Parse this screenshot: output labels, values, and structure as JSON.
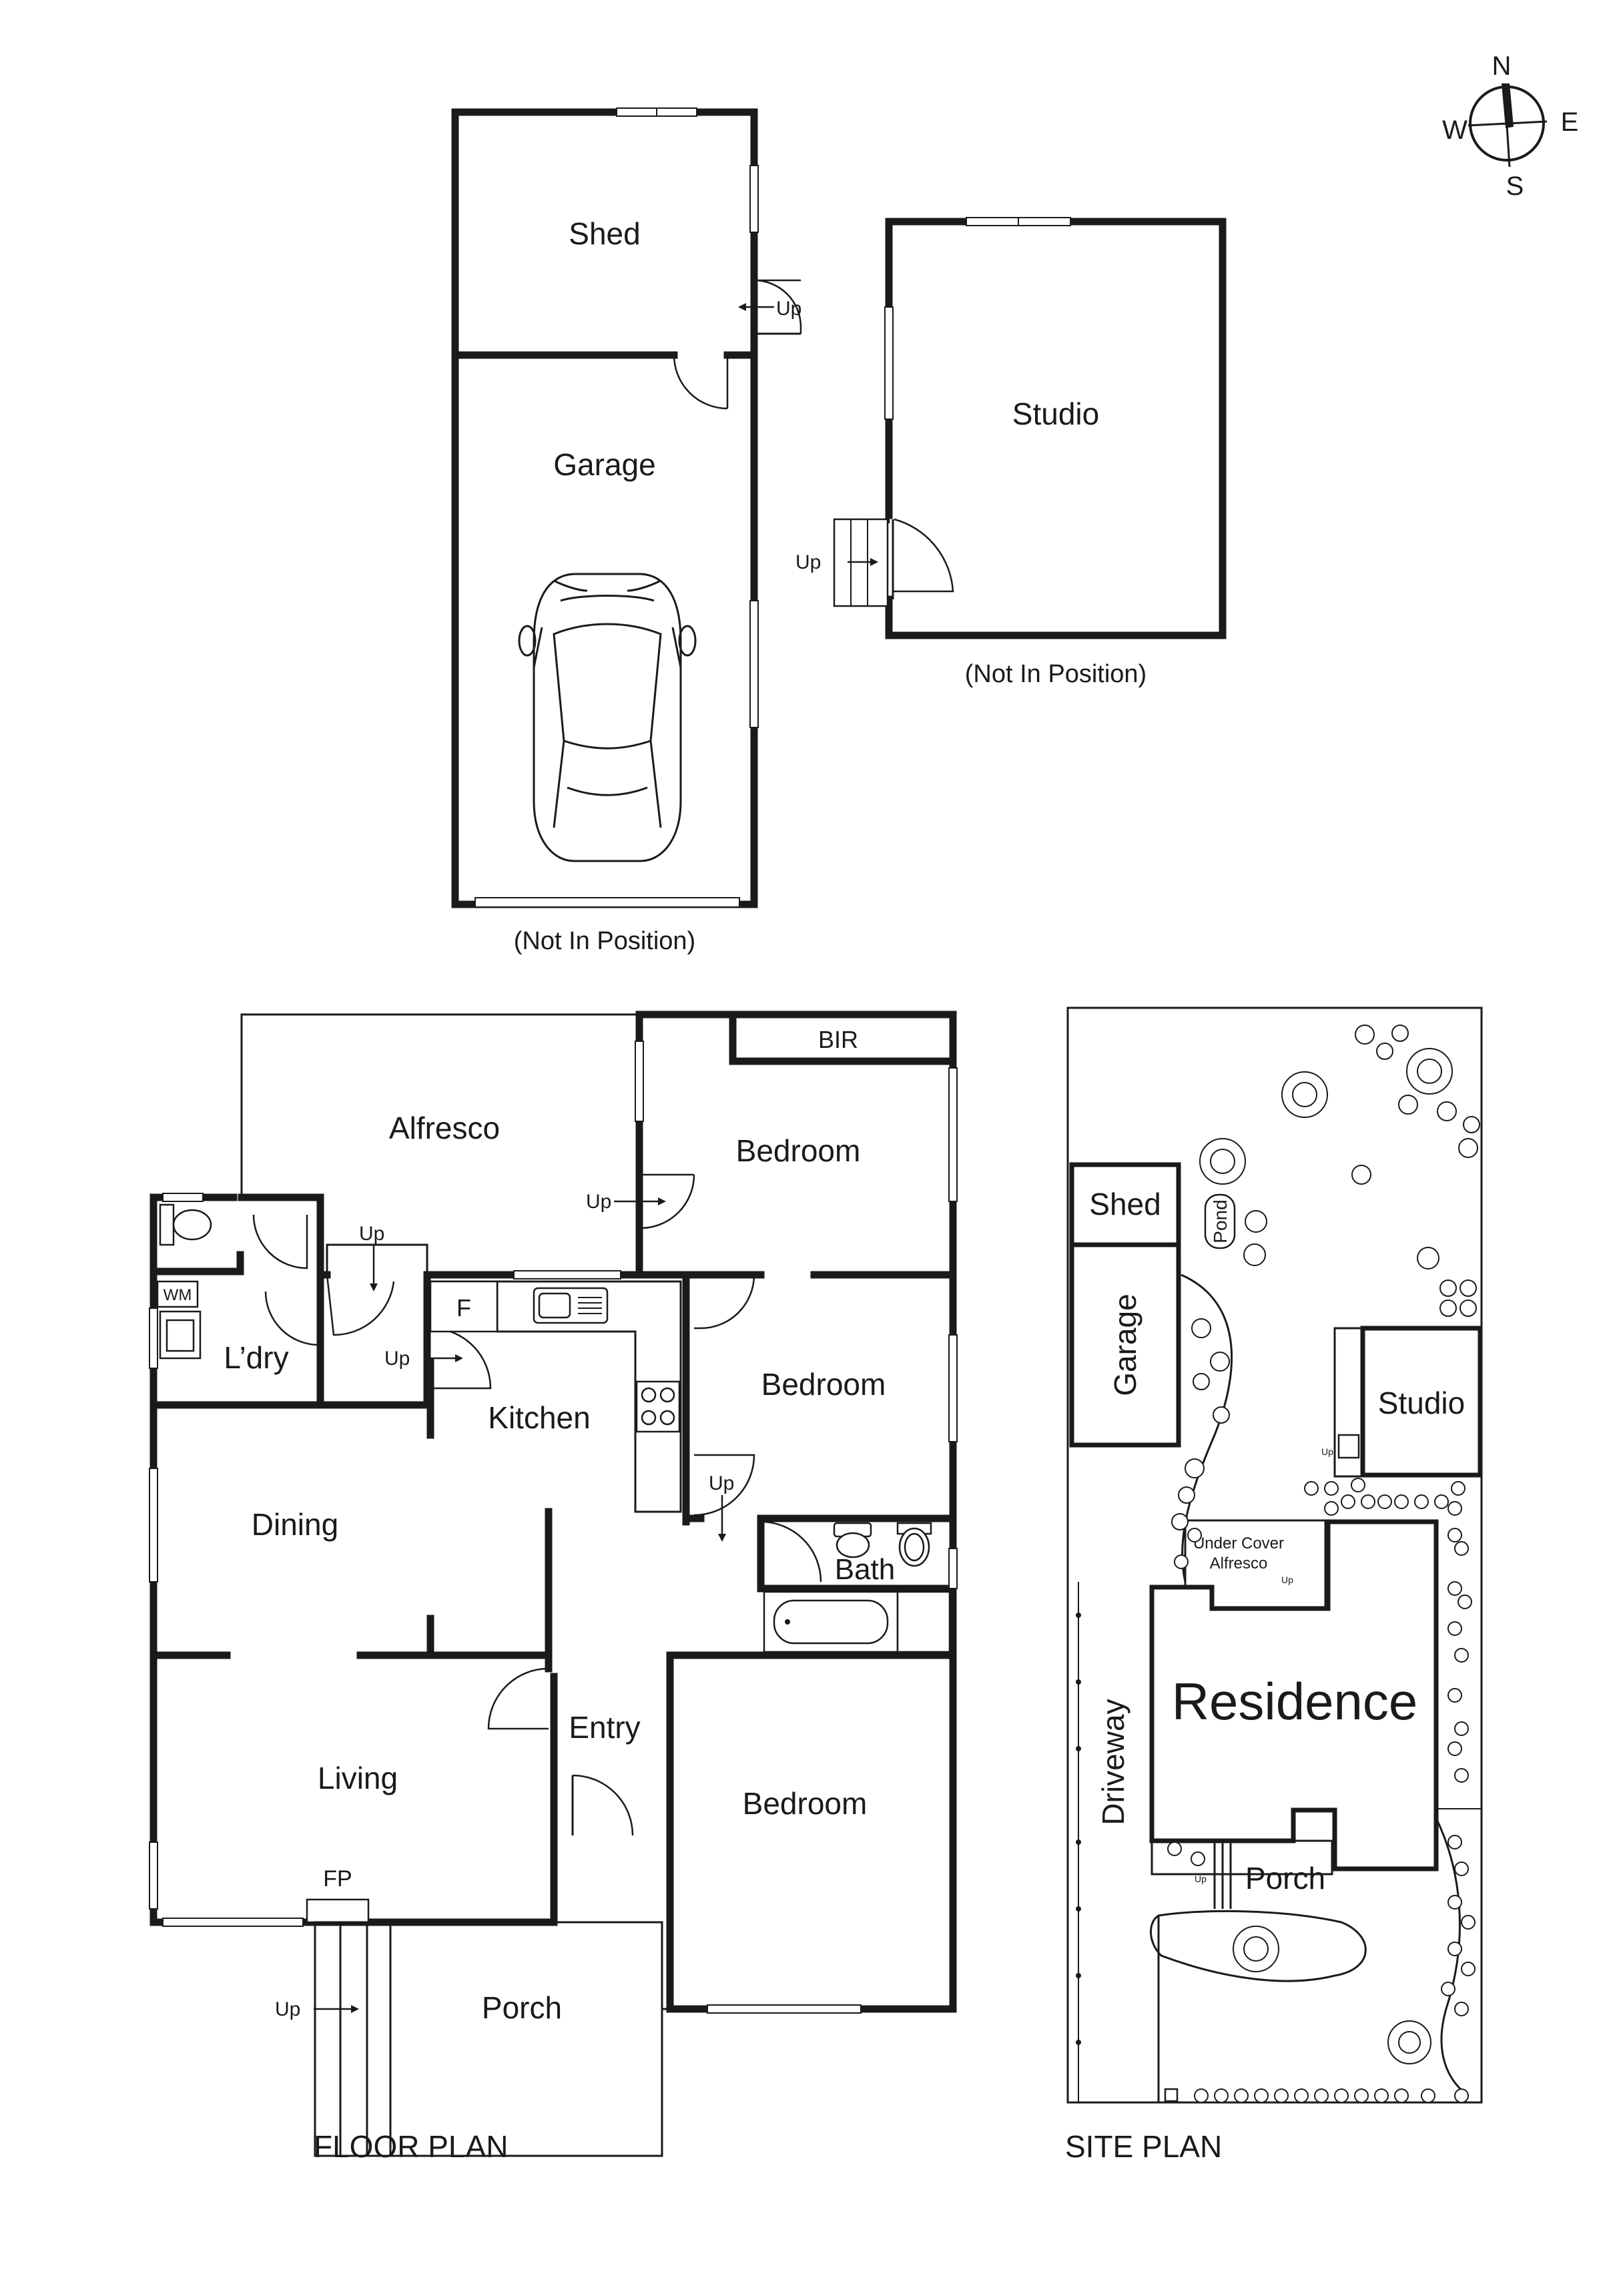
{
  "compass": {
    "n": "N",
    "e": "E",
    "s": "S",
    "w": "W"
  },
  "outbuildings": {
    "shed": "Shed",
    "garage": "Garage",
    "studio": "Studio",
    "up_shed": "Up",
    "up_studio": "Up",
    "not_in_position_garage": "(Not In Position)",
    "not_in_position_studio": "(Not In Position)"
  },
  "floor_plan": {
    "title": "FLOOR PLAN",
    "alfresco": "Alfresco",
    "bedroom_1": "Bedroom",
    "bir": "BIR",
    "bedroom_2": "Bedroom",
    "bedroom_3": "Bedroom",
    "bath": "Bath",
    "kitchen": "Kitchen",
    "fridge": "F",
    "laundry": "L’dry",
    "wm": "WM",
    "dining": "Dining",
    "living": "Living",
    "entry": "Entry",
    "fp": "FP",
    "porch": "Porch",
    "up_alfresco": "Up",
    "up_laundry": "Up",
    "up_kitchen": "Up",
    "up_bath": "Up",
    "up_porch": "Up"
  },
  "site_plan": {
    "title": "SITE PLAN",
    "shed": "Shed",
    "garage": "Garage",
    "pond": "Pond",
    "studio": "Studio",
    "alfresco_line1": "Under Cover",
    "alfresco_line2": "Alfresco",
    "residence": "Residence",
    "driveway": "Driveway",
    "porch": "Porch",
    "up_studio": "Up",
    "up_alfresco": "Up",
    "up_porch": "Up"
  }
}
